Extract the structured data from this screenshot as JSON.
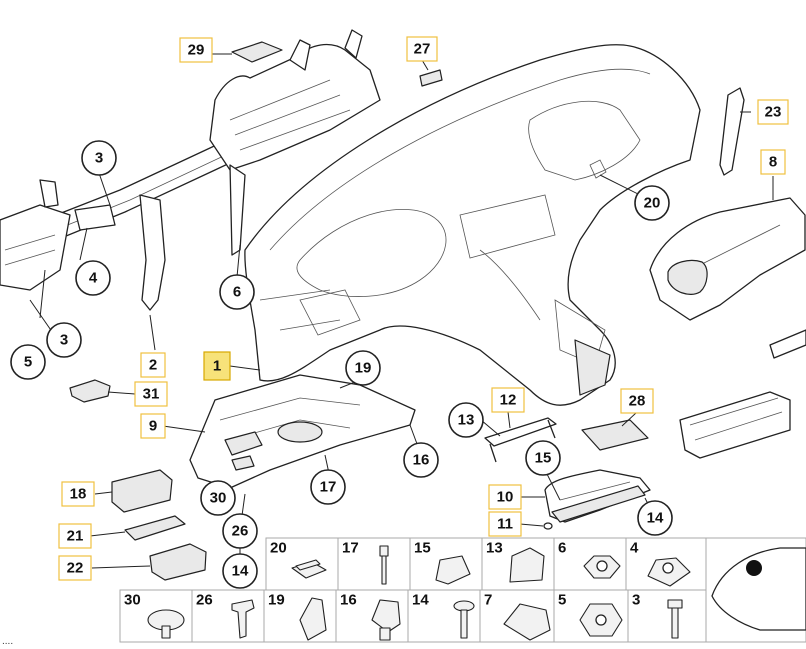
{
  "diagram": {
    "callouts": {
      "c1": "1",
      "c2": "2",
      "c3a": "3",
      "c3b": "3",
      "c4": "4",
      "c5": "5",
      "c6": "6",
      "c8": "8",
      "c9": "9",
      "c10": "10",
      "c11": "11",
      "c12": "12",
      "c13": "13",
      "c14a": "14",
      "c14b": "14",
      "c15": "15",
      "c16": "16",
      "c17": "17",
      "c18": "18",
      "c19": "19",
      "c20": "20",
      "c21": "21",
      "c22": "22",
      "c23": "23",
      "c26": "26",
      "c27": "27",
      "c28": "28",
      "c29": "29",
      "c30": "30",
      "c31": "31"
    },
    "hardware_grid": {
      "row1": [
        "20",
        "17",
        "15",
        "13",
        "6",
        "4"
      ],
      "row2": [
        "30",
        "26",
        "19",
        "16",
        "14",
        "7",
        "5",
        "3"
      ]
    },
    "footer_code": "...."
  }
}
